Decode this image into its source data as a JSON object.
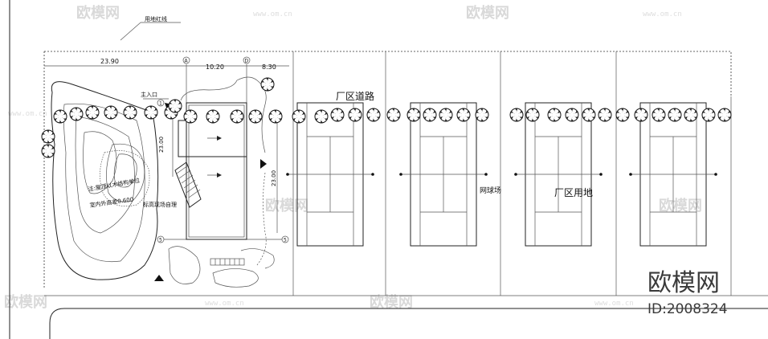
{
  "labels": {
    "red_line": "用地红线",
    "dim_total": "23.90",
    "dim_a": "10.20",
    "dim_b": "8.30",
    "dim_h1": "23.00",
    "dim_h2": "23.00",
    "axis_a": "A",
    "axis_d": "D",
    "axis_1": "1",
    "axis_5a": "5",
    "axis_5b": "5",
    "entrance": "主入口",
    "road": "厂区道路",
    "court": "网球场",
    "land": "厂区用地",
    "note1": "注:屋顶以木结构单位",
    "note2": "室内外高差0.600",
    "note3": "标高现场自理"
  },
  "watermark": {
    "brand": "欧模网",
    "url": "www.om.cn",
    "id": "ID:2008324"
  },
  "colors": {
    "line": "#222222",
    "watermark": "#d9d9d9"
  }
}
